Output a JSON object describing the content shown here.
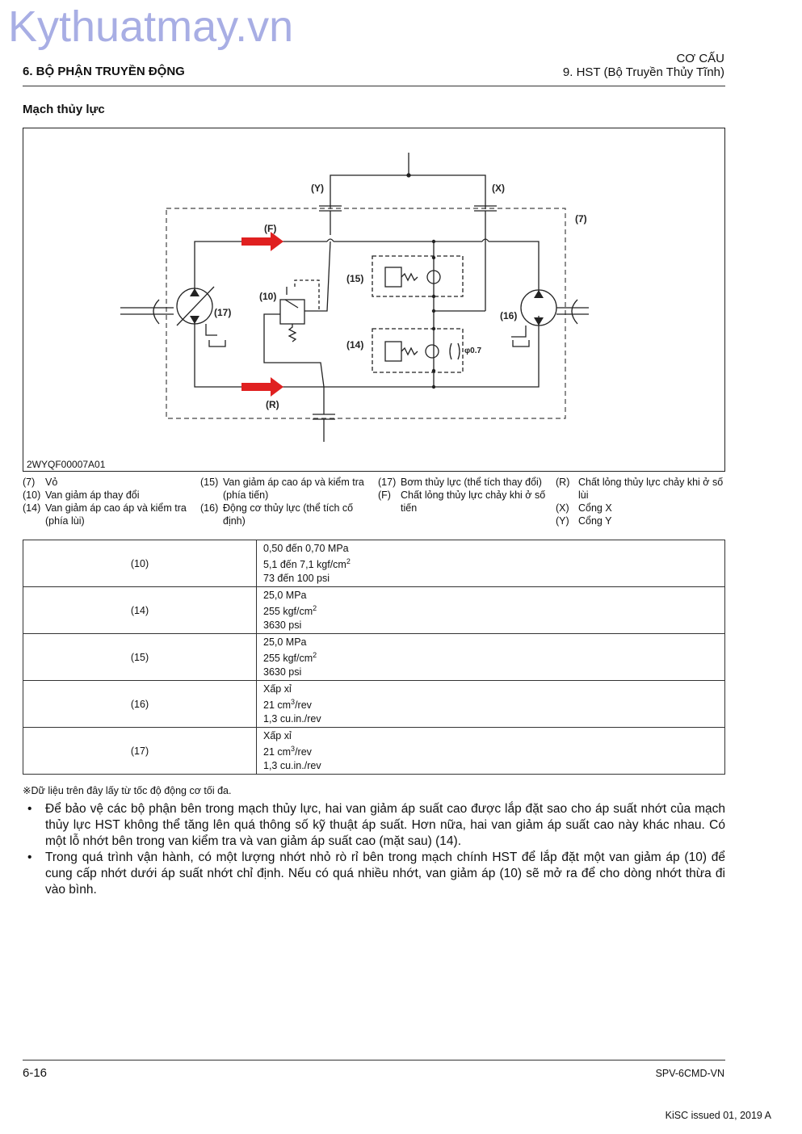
{
  "watermark": "Kythuatmay.vn",
  "header": {
    "section": "6. BỘ PHẬN TRUYỀN ĐỘNG",
    "category": "CƠ CẤU",
    "subsection": "9. HST (Bộ Truyền Thủy Tĩnh)"
  },
  "title": "Mạch thủy lực",
  "diagram": {
    "code": "2WYQF00007A01",
    "labels": {
      "y": "(Y)",
      "x": "(X)",
      "seven": "(7)",
      "f": "(F)",
      "r": "(R)",
      "ten": "(10)",
      "fifteen": "(15)",
      "fourteen": "(14)",
      "seventeen": "(17)",
      "sixteen": "(16)",
      "orifice": "φ0.7"
    }
  },
  "legend": [
    [
      {
        "key": "(7)",
        "text": "Vỏ"
      },
      {
        "key": "(10)",
        "text": "Van giảm áp thay đổi"
      },
      {
        "key": "(14)",
        "text": "Van giảm áp cao áp và kiểm tra (phía lùi)"
      }
    ],
    [
      {
        "key": "(15)",
        "text": "Van giảm áp cao áp và kiểm tra (phía tiến)"
      },
      {
        "key": "(16)",
        "text": "Động cơ thủy lực (thể tích cố định)"
      }
    ],
    [
      {
        "key": "(17)",
        "text": "Bơm thủy lực (thể tích thay đổi)"
      },
      {
        "key": "(F)",
        "text": "Chất lỏng thủy lực chảy khi ở số tiến"
      }
    ],
    [
      {
        "key": "(R)",
        "text": "Chất lỏng thủy lực chảy khi ở số lùi"
      },
      {
        "key": "(X)",
        "text": "Cổng X"
      },
      {
        "key": "(Y)",
        "text": "Cổng Y"
      }
    ]
  ],
  "spec_table": [
    {
      "key": "(10)",
      "lines": [
        "0,50 đến 0,70 MPa",
        "5,1 đến 7,1 kgf/cm",
        "73 đến 100 psi"
      ],
      "sup": "2"
    },
    {
      "key": "(14)",
      "lines": [
        "25,0 MPa",
        "255 kgf/cm",
        "3630 psi"
      ],
      "sup": "2"
    },
    {
      "key": "(15)",
      "lines": [
        "25,0 MPa",
        "255 kgf/cm",
        "3630 psi"
      ],
      "sup": "2"
    },
    {
      "key": "(16)",
      "lines": [
        "Xấp xỉ",
        "21 cm",
        "1,3 cu.in./rev"
      ],
      "sup": "3",
      "suffix": "/rev"
    },
    {
      "key": "(17)",
      "lines": [
        "Xấp xỉ",
        "21 cm",
        "1,3 cu.in./rev"
      ],
      "sup": "3",
      "suffix": "/rev"
    }
  ],
  "footnote": "※Dữ liệu trên đây lấy từ tốc độ động cơ tối đa.",
  "bullets": [
    "Để bảo vệ các bộ phận bên trong mạch thủy lực, hai van giảm áp suất cao được lắp đặt sao cho áp suất nhớt của mạch thủy lực HST không thể tăng lên quá thông số kỹ thuật áp suất. Hơn nữa, hai van giảm áp suất cao này khác nhau. Có một lỗ nhớt bên trong van kiểm tra và van giảm áp suất cao (mặt sau) (14).",
    "Trong quá trình vận hành, có một lượng nhớt nhỏ rò rỉ bên trong mạch chính HST để lắp đặt một van giảm áp (10) để cung cấp nhớt dưới áp suất nhớt chỉ định. Nếu có quá nhiều nhớt, van giảm áp (10) sẽ mở ra để cho dòng nhớt thừa đi vào bình."
  ],
  "footer": {
    "page": "6-16",
    "doc": "SPV-6CMD-VN",
    "issued": "KiSC issued 01, 2019 A"
  },
  "bullet_symbol": "•",
  "colors": {
    "arrow": "#e02020",
    "watermark": "#9aa0e0"
  }
}
